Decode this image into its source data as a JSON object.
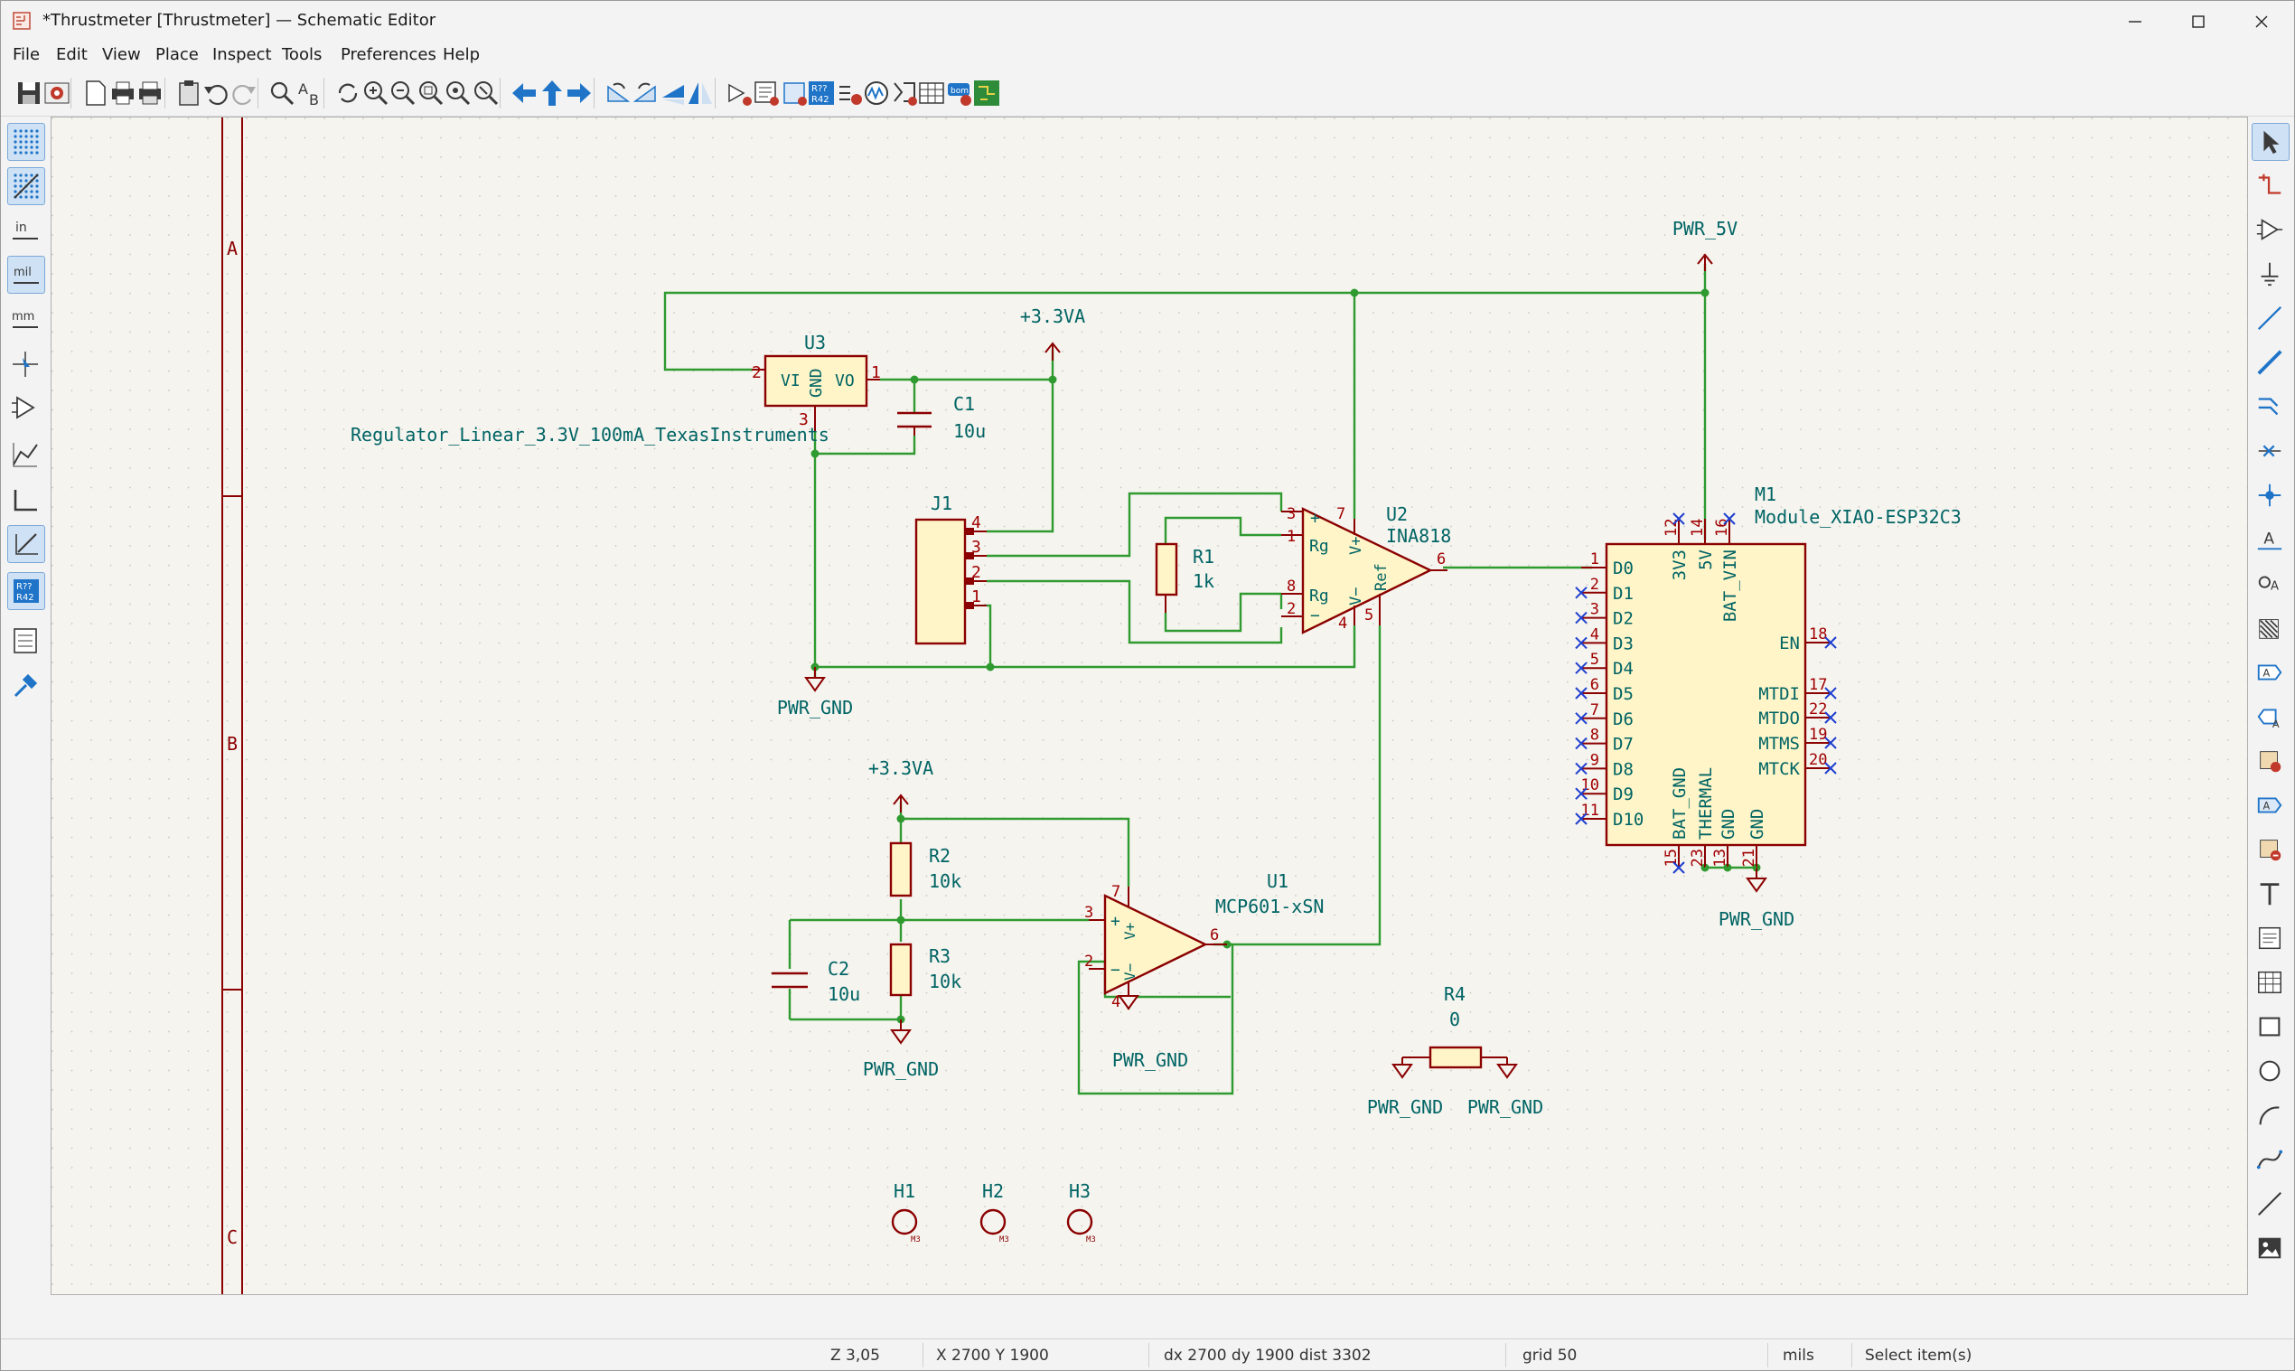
{
  "window": {
    "title": "*Thrustmeter [Thrustmeter] — Schematic Editor",
    "controls": [
      "minimize-icon",
      "maximize-icon",
      "close-icon"
    ]
  },
  "menus": [
    "File",
    "Edit",
    "View",
    "Place",
    "Inspect",
    "Tools",
    "Preferences",
    "Help"
  ],
  "toolbar": {
    "groups": [
      [
        "save-icon",
        "schematic-setup-icon"
      ],
      [
        "page-settings-icon",
        "print-icon",
        "plot-icon"
      ],
      [
        "paste-icon",
        "undo-icon",
        "redo-icon"
      ],
      [
        "find-icon",
        "find-replace-icon"
      ],
      [
        "refresh-icon",
        "zoom-in-icon",
        "zoom-out-icon",
        "zoom-fit-icon",
        "zoom-objects-icon",
        "zoom-selection-icon"
      ],
      [
        "navigate-back-icon",
        "navigate-up-icon",
        "navigate-forward-icon"
      ],
      [
        "rotate-ccw-icon",
        "rotate-cw-icon",
        "mirror-vertical-icon",
        "mirror-horizontal-icon"
      ],
      [
        "symbol-editor-icon",
        "symbol-browser-icon",
        "footprint-assign-icon",
        "annotate-icon",
        "erc-icon",
        "simulator-icon",
        "netlist-icon",
        "symbol-fields-table-icon",
        "bom-icon",
        "pcb-editor-icon"
      ]
    ]
  },
  "left_toolbar": [
    "grid-dots-icon",
    "grid-overrides-icon",
    "units-inches-icon",
    "units-mils-icon",
    "units-mm-icon",
    "cursor-crosshair-icon",
    "hidden-pins-icon",
    "wire-angle-any-icon",
    "wire-angle-90-icon",
    "wire-angle-45-icon",
    "annotation-display-icon",
    "hierarchy-navigator-icon",
    "properties-panel-icon"
  ],
  "right_toolbar": [
    "select-icon",
    "highlight-net-icon",
    "add-symbol-icon",
    "add-power-icon",
    "add-wire-icon",
    "add-bus-icon",
    "add-bus-entry-icon",
    "no-connect-icon",
    "junction-icon",
    "net-label-icon",
    "net-class-icon",
    "global-label-icon",
    "hier-label-icon",
    "hier-sheet-icon",
    "import-sheet-pin-icon",
    "sheet-pin-icon",
    "sync-sheet-pins-icon",
    "text-icon",
    "textbox-icon",
    "table-icon",
    "rectangle-icon",
    "circle-icon",
    "arc-icon",
    "bezier-icon",
    "line-icon",
    "image-icon"
  ],
  "sheet_frame": {
    "rows": [
      "A",
      "B",
      "C"
    ]
  },
  "schematic": {
    "nets": {
      "pwr_5v": "PWR_5V",
      "v33a_top": "+3.3VA",
      "v33a_mid": "+3.3VA",
      "gnd1": "PWR_GND",
      "gnd2": "PWR_GND",
      "gnd3": "PWR_GND",
      "gnd4": "PWR_GND",
      "gnd5": "PWR_GND",
      "gnd6": "PWR_GND"
    },
    "U3": {
      "ref": "U3",
      "value": "Regulator_Linear_3.3V_100mA_TexasInstruments",
      "pins": {
        "vi": "VI",
        "vo": "VO",
        "gnd": "GND",
        "p2": "2",
        "p1": "1",
        "p3": "3"
      }
    },
    "C1": {
      "ref": "C1",
      "value": "10u"
    },
    "C2": {
      "ref": "C2",
      "value": "10u"
    },
    "J1": {
      "ref": "J1",
      "pins": [
        "4",
        "3",
        "2",
        "1"
      ]
    },
    "R1": {
      "ref": "R1",
      "value": "1k"
    },
    "R2": {
      "ref": "R2",
      "value": "10k"
    },
    "R3": {
      "ref": "R3",
      "value": "10k"
    },
    "R4": {
      "ref": "R4",
      "value": "0"
    },
    "U2": {
      "ref": "U2",
      "value": "INA818",
      "pins": {
        "p3": "3",
        "p1": "1",
        "p8": "8",
        "p2": "2",
        "p7": "7",
        "p4": "4",
        "p5": "5",
        "p6": "6",
        "plus": "+",
        "minus": "−",
        "rg1": "Rg",
        "rg2": "Rg",
        "vplus": "V+",
        "vminus": "V−",
        "ref": "Ref"
      }
    },
    "U1": {
      "ref": "U1",
      "value": "MCP601-xSN",
      "pins": {
        "p3": "3",
        "p2": "2",
        "p7": "7",
        "p4": "4",
        "p6": "6",
        "plus": "+",
        "minus": "−",
        "vplus": "V+",
        "vminus": "V−"
      }
    },
    "M1": {
      "ref": "M1",
      "value": "Module_XIAO-ESP32C3",
      "left_pins": [
        {
          "num": "1",
          "name": "D0"
        },
        {
          "num": "2",
          "name": "D1"
        },
        {
          "num": "3",
          "name": "D2"
        },
        {
          "num": "4",
          "name": "D3"
        },
        {
          "num": "5",
          "name": "D4"
        },
        {
          "num": "6",
          "name": "D5"
        },
        {
          "num": "7",
          "name": "D6"
        },
        {
          "num": "8",
          "name": "D7"
        },
        {
          "num": "9",
          "name": "D8"
        },
        {
          "num": "10",
          "name": "D9"
        },
        {
          "num": "11",
          "name": "D10"
        }
      ],
      "right_pins": [
        {
          "num": "18",
          "name": "EN"
        },
        {
          "num": "17",
          "name": "MTDI"
        },
        {
          "num": "22",
          "name": "MTDO"
        },
        {
          "num": "19",
          "name": "MTMS"
        },
        {
          "num": "20",
          "name": "MTCK"
        }
      ],
      "top_pins": [
        {
          "num": "12",
          "name": "3V3"
        },
        {
          "num": "14",
          "name": "5V"
        },
        {
          "num": "16",
          "name": "BAT_VIN"
        }
      ],
      "bottom_pins": [
        {
          "num": "15",
          "name": "BAT_GND"
        },
        {
          "num": "23",
          "name": "THERMAL"
        },
        {
          "num": "13",
          "name": "GND"
        },
        {
          "num": "21",
          "name": "GND"
        }
      ]
    },
    "H1": {
      "ref": "H1",
      "tag": "M3"
    },
    "H2": {
      "ref": "H2",
      "tag": "M3"
    },
    "H3": {
      "ref": "H3",
      "tag": "M3"
    }
  },
  "status": {
    "zoom": "Z 3,05",
    "xy": "X 2700  Y 1900",
    "delta": "dx 2700  dy 1900  dist 3302",
    "grid": "grid 50",
    "units": "mils",
    "mode": "Select item(s)"
  },
  "colors": {
    "wire": "#2f9a2f",
    "symbol": "#8b0000",
    "body": "#fff5c8",
    "text": "#006464",
    "pin": "#a00000",
    "noconnect": "#1f3fd0",
    "canvas": "#f5f4ef"
  }
}
